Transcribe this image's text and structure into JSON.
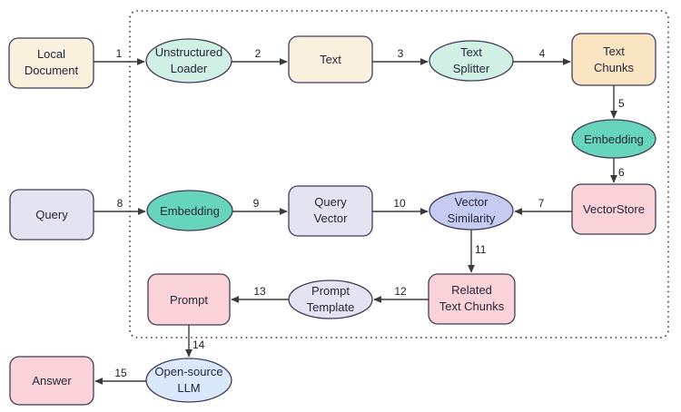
{
  "flowchart": {
    "description": "RAG pipeline flowchart",
    "colors": {
      "background": "#ffffff",
      "node_border": "#413b5a",
      "arrow": "#3a3a3a",
      "label_text": "#26263a",
      "edge_label_text": "#1f1f1f",
      "boundary_dots": "#3c3c50",
      "cream": "#faf0de",
      "peach": "#f9e5c1",
      "mint": "#cff0e2",
      "teal": "#67d5bb",
      "lavender": "#e4e3f1",
      "periwinkle": "#c5ccf1",
      "pink": "#f9d3d8",
      "light_blue": "#d9e8fa"
    },
    "nodes": {
      "local_document": {
        "lines": [
          "Local",
          "Document"
        ],
        "shape": "rounded-rectangle",
        "fill": "#faf0de"
      },
      "unstructured_loader": {
        "lines": [
          "Unstructured",
          "Loader"
        ],
        "shape": "ellipse",
        "fill": "#cff0e2"
      },
      "text": {
        "lines": [
          "Text"
        ],
        "shape": "rounded-rectangle",
        "fill": "#faf0de"
      },
      "text_splitter": {
        "lines": [
          "Text",
          "Splitter"
        ],
        "shape": "ellipse",
        "fill": "#cff0e2"
      },
      "text_chunks": {
        "lines": [
          "Text",
          "Chunks"
        ],
        "shape": "rounded-rectangle",
        "fill": "#f9e5c1"
      },
      "embedding_document": {
        "lines": [
          "Embedding"
        ],
        "shape": "ellipse",
        "fill": "#67d5bb"
      },
      "vectorstore": {
        "lines": [
          "VectorStore"
        ],
        "shape": "rounded-rectangle",
        "fill": "#f9d3d8"
      },
      "query": {
        "lines": [
          "Query"
        ],
        "shape": "rounded-rectangle",
        "fill": "#e4e3f1"
      },
      "embedding_query": {
        "lines": [
          "Embedding"
        ],
        "shape": "ellipse",
        "fill": "#67d5bb"
      },
      "query_vector": {
        "lines": [
          "Query",
          "Vector"
        ],
        "shape": "rounded-rectangle",
        "fill": "#e4e3f1"
      },
      "vector_similarity": {
        "lines": [
          "Vector",
          "Similarity"
        ],
        "shape": "ellipse",
        "fill": "#c5ccf1"
      },
      "prompt": {
        "lines": [
          "Prompt"
        ],
        "shape": "rounded-rectangle",
        "fill": "#f9d3d8"
      },
      "prompt_template": {
        "lines": [
          "Prompt",
          "Template"
        ],
        "shape": "ellipse",
        "fill": "#e4e3f1"
      },
      "related_text_chunks": {
        "lines": [
          "Related",
          "Text Chunks"
        ],
        "shape": "rounded-rectangle",
        "fill": "#f9d3d8"
      },
      "answer": {
        "lines": [
          "Answer"
        ],
        "shape": "rounded-rectangle",
        "fill": "#f9d3d8"
      },
      "open_source_llm": {
        "lines": [
          "Open-source",
          "LLM"
        ],
        "shape": "ellipse",
        "fill": "#d9e8fa"
      }
    },
    "edges": [
      {
        "label": "1",
        "from": "local_document",
        "to": "unstructured_loader"
      },
      {
        "label": "2",
        "from": "unstructured_loader",
        "to": "text"
      },
      {
        "label": "3",
        "from": "text",
        "to": "text_splitter"
      },
      {
        "label": "4",
        "from": "text_splitter",
        "to": "text_chunks"
      },
      {
        "label": "5",
        "from": "text_chunks",
        "to": "embedding_document"
      },
      {
        "label": "6",
        "from": "embedding_document",
        "to": "vectorstore"
      },
      {
        "label": "7",
        "from": "vectorstore",
        "to": "vector_similarity"
      },
      {
        "label": "8",
        "from": "query",
        "to": "embedding_query"
      },
      {
        "label": "9",
        "from": "embedding_query",
        "to": "query_vector"
      },
      {
        "label": "10",
        "from": "query_vector",
        "to": "vector_similarity"
      },
      {
        "label": "11",
        "from": "vector_similarity",
        "to": "related_text_chunks"
      },
      {
        "label": "12",
        "from": "related_text_chunks",
        "to": "prompt_template"
      },
      {
        "label": "13",
        "from": "prompt_template",
        "to": "prompt"
      },
      {
        "label": "14",
        "from": "prompt",
        "to": "open_source_llm"
      },
      {
        "label": "15",
        "from": "open_source_llm",
        "to": "answer"
      }
    ]
  }
}
